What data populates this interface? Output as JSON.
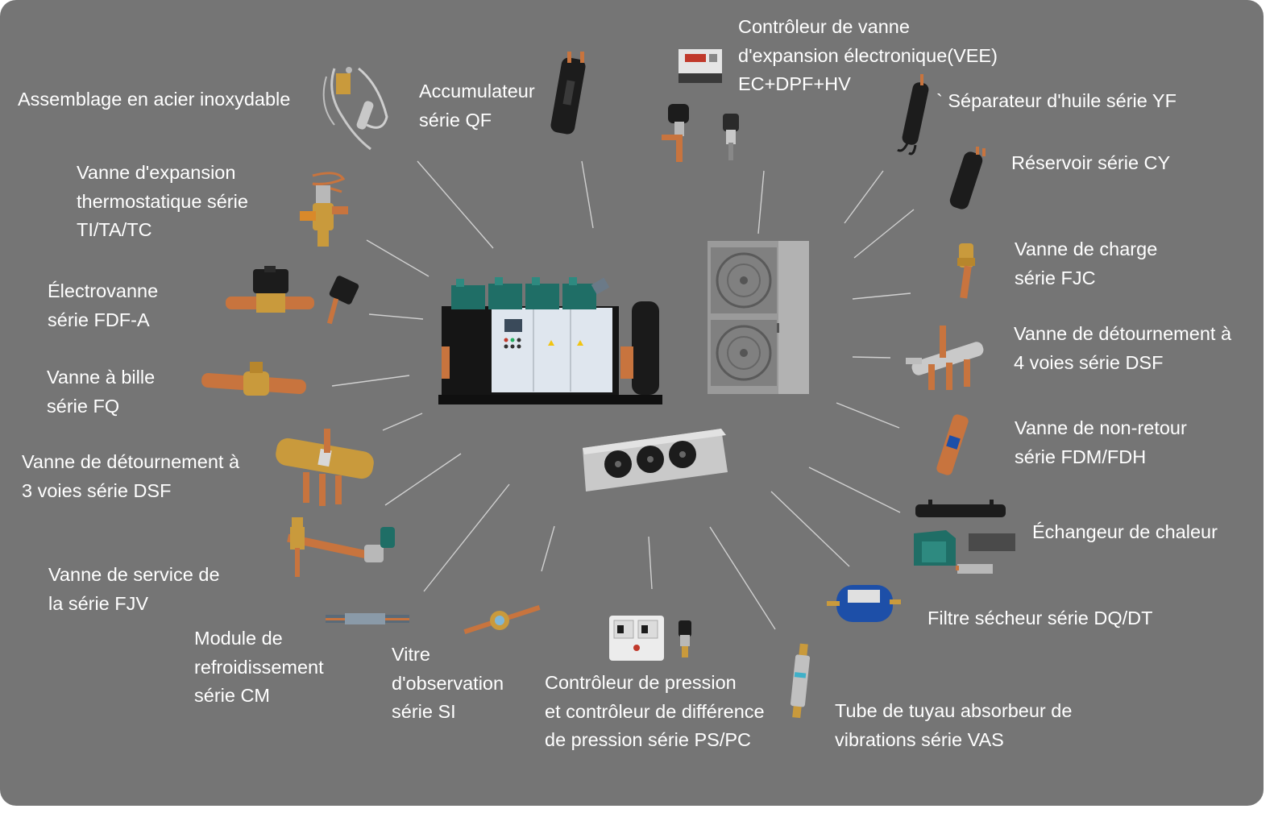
{
  "colors": {
    "panel": "#757575",
    "line": "#cfcfcf",
    "copper": "#c8743e",
    "brass": "#c99a3c",
    "steel": "#b8b8b8",
    "black": "#1c1c1c",
    "teal": "#1f6e66",
    "blue": "#1d4fa8"
  },
  "labels": {
    "stainless_assembly": "Assemblage en acier inoxydable",
    "accumulator": "Accumulateur\nsérie QF",
    "eev_controller": "Contrôleur de vanne\nd'expansion électronique(VEE)\nEC+DPF+HV",
    "oil_separator": "` Séparateur d'huile série YF",
    "receiver": "Réservoir série CY",
    "charge_valve": "Vanne de charge\nsérie FJC",
    "four_way_valve": "Vanne de détournement à\n4 voies série DSF",
    "check_valve": "Vanne de non-retour\nsérie FDM/FDH",
    "heat_exchanger": "Échangeur de chaleur",
    "filter_drier": "Filtre sécheur série DQ/DT",
    "vibration_tube": "Tube de tuyau absorbeur de\nvibrations série VAS",
    "pressure_controller": "Contrôleur de pression\net contrôleur de différence\nde pression série PS/PC",
    "sight_glass": "Vitre\nd'observation\nsérie SI",
    "cooling_module": "Module de\nrefroidissement\nsérie CM",
    "service_valve": "Vanne de service de\nla série FJV",
    "three_way_valve": "Vanne de détournement à\n3 voies série DSF",
    "ball_valve": "Vanne à bille\nsérie FQ",
    "solenoid_valve": "Électrovanne\nsérie FDF-A",
    "txv": "Vanne d'expansion\nthermostatique série\nTI/TA/TC"
  }
}
